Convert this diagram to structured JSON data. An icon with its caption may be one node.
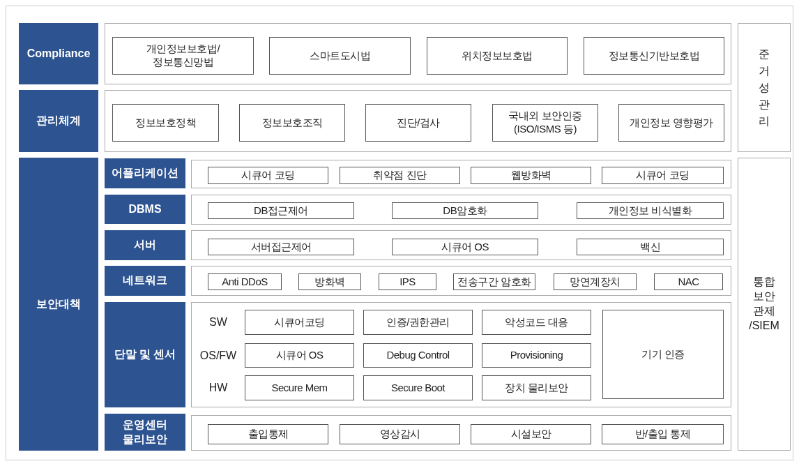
{
  "diagram": {
    "nodes": [
      {
        "text": [
          "Compliance"
        ]
      },
      {
        "text": [],
        "shape": "box"
      },
      {
        "text": [
          "개인정보보호법/ 정보통신망법"
        ],
        "in": 1
      },
      {
        "text": [
          "스마트도시법"
        ],
        "in": 1
      },
      {
        "text": [
          "위치정보보호법"
        ],
        "in": 1
      },
      {
        "text": [
          "정보통신기반보호법"
        ],
        "in": 1
      },
      {
        "text": [
          "준거성관리"
        ]
      },
      {
        "text": [
          "관리체계"
        ]
      },
      {
        "text": [],
        "shape": "box"
      },
      {
        "text": [
          "정보보호정책"
        ],
        "in": 8
      },
      {
        "text": [
          "정보보호조직"
        ],
        "in": 8
      },
      {
        "text": [
          "진단/검사"
        ],
        "in": 8
      },
      {
        "text": [
          "국내외 보안인증 (ISO/ISMS 등)"
        ],
        "in": 8
      },
      {
        "text": [
          "개인정보 영향평가"
        ],
        "in": 8
      },
      {
        "text": [
          "보안대책"
        ]
      },
      {
        "text": [
          "어플리케이션"
        ]
      },
      {
        "text": [],
        "shape": "box"
      },
      {
        "text": [
          "시큐어 코딩"
        ],
        "in": 16
      },
      {
        "text": [
          "취약점 진단"
        ],
        "in": 16
      },
      {
        "text": [
          "웹방화벽"
        ],
        "in": 16
      },
      {
        "text": [
          "시큐어 코딩"
        ],
        "in": 16
      },
      {
        "text": [
          "통합 보안 관제 /SIEM"
        ]
      },
      {
        "text": [
          "DBMS"
        ]
      },
      {
        "text": [],
        "shape": "box"
      },
      {
        "text": [
          "DB접근제어"
        ],
        "in": 23
      },
      {
        "text": [
          "DB암호화"
        ],
        "in": 23
      },
      {
        "text": [
          "개인정보 비식별화"
        ],
        "in": 23
      },
      {
        "text": [
          "서버"
        ]
      },
      {
        "text": [],
        "shape": "box"
      },
      {
        "text": [
          "서버접근제어"
        ],
        "in": 28
      },
      {
        "text": [
          "시큐어 OS"
        ],
        "in": 28
      },
      {
        "text": [
          "백신"
        ],
        "in": 28
      },
      {
        "text": [
          "네트워크"
        ]
      },
      {
        "text": [],
        "shape": "box"
      },
      {
        "text": [
          "Anti DDoS"
        ],
        "in": 33
      },
      {
        "text": [
          "방화벽"
        ],
        "in": 33
      },
      {
        "text": [
          "IPS"
        ],
        "in": 33
      },
      {
        "text": [
          "전송구간 암호화"
        ],
        "in": 33
      },
      {
        "text": [
          "망연계장치"
        ],
        "in": 33
      },
      {
        "text": [
          "NAC"
        ],
        "in": 33
      },
      {
        "text": [
          "단말 및 센서"
        ]
      },
      {
        "text": [],
        "shape": "box"
      },
      {
        "text": [
          "시큐어코딩"
        ],
        "in": 41
      },
      {
        "text": [
          "인증/권한관리"
        ],
        "in": 41
      },
      {
        "text": [
          "악성코드 대응"
        ],
        "in": 41
      },
      {
        "text": [
          "기기 인증"
        ],
        "in": 41
      },
      {
        "text": [
          "시큐어 OS"
        ],
        "in": 41
      },
      {
        "text": [
          "Debug Control"
        ],
        "in": 41
      },
      {
        "text": [
          "Provisioning"
        ],
        "in": 41
      },
      {
        "text": [
          "Secure Mem"
        ],
        "in": 41
      },
      {
        "text": [
          "Secure Boot"
        ],
        "in": 41
      },
      {
        "text": [
          "장치 물리보안"
        ],
        "in": 41
      },
      {
        "text": [
          "운영센터 물리보안"
        ]
      },
      {
        "text": [],
        "shape": "box"
      },
      {
        "text": [
          "출입통제"
        ],
        "in": 53
      },
      {
        "text": [
          "영상감시"
        ],
        "in": 53
      },
      {
        "text": [
          "시설보안"
        ],
        "in": 53
      },
      {
        "text": [
          "반/출입 통제"
        ],
        "in": 53
      }
    ],
    "labels": [
      "SW",
      "OS/FW",
      "HW"
    ]
  }
}
